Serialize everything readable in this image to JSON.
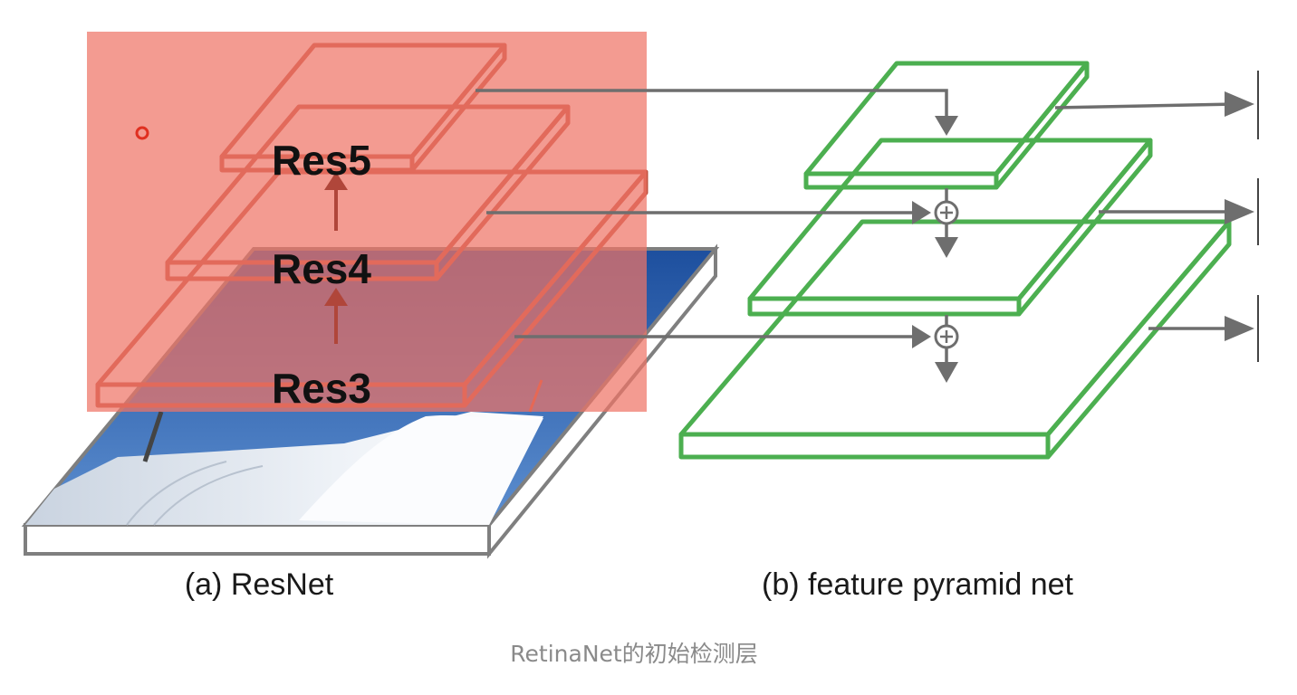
{
  "figure": {
    "panel_a_label": "(a) ResNet",
    "panel_b_label": "(b) feature pyramid net",
    "backbone_stages": [
      "Res5",
      "Res4",
      "Res3"
    ],
    "caption": "RetinaNet的初始检测层"
  },
  "colors": {
    "highlight_overlay": "#ef7567",
    "backbone_layer": "#c0513f",
    "fpn_layer": "#4caf50",
    "connector": "#6e6e6e",
    "caption": "#8a8a8a"
  }
}
